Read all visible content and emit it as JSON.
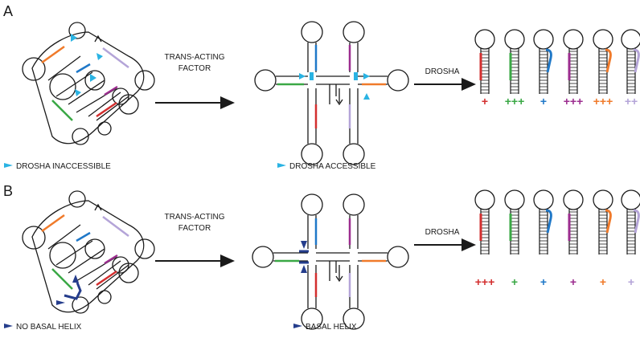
{
  "colors": {
    "red": "#d32f2f",
    "green": "#3aa845",
    "blue": "#1f78c8",
    "purple": "#9c2d8f",
    "orange": "#f07a2a",
    "lavender": "#b4a4d8",
    "cyan": "#2ab3e3",
    "navy": "#253d8c",
    "line": "#1a1a1a"
  },
  "panels": [
    {
      "letter": "A",
      "arrow1_label": [
        "TRANS-ACTING",
        "FACTOR"
      ],
      "arrow2_label": "DROSHA",
      "legend_left": "DROSHA INACCESSIBLE",
      "legend_mid": "DROSHA ACCESSIBLE",
      "marker_icon": "cyan-arrowhead-icon",
      "scores": [
        "+",
        "+++",
        "+",
        "+++",
        "+++",
        "++"
      ]
    },
    {
      "letter": "B",
      "arrow1_label": [
        "TRANS-ACTING",
        "FACTOR"
      ],
      "arrow2_label": "DROSHA",
      "legend_left": "NO BASAL HELIX",
      "legend_mid": "BASAL HELIX",
      "marker_icon": "navy-arrowhead-icon",
      "scores": [
        "+++",
        "+",
        "+",
        "+",
        "+",
        "+"
      ]
    }
  ],
  "hairpin_colors": [
    "red",
    "green",
    "blue",
    "purple",
    "orange",
    "lavender"
  ]
}
